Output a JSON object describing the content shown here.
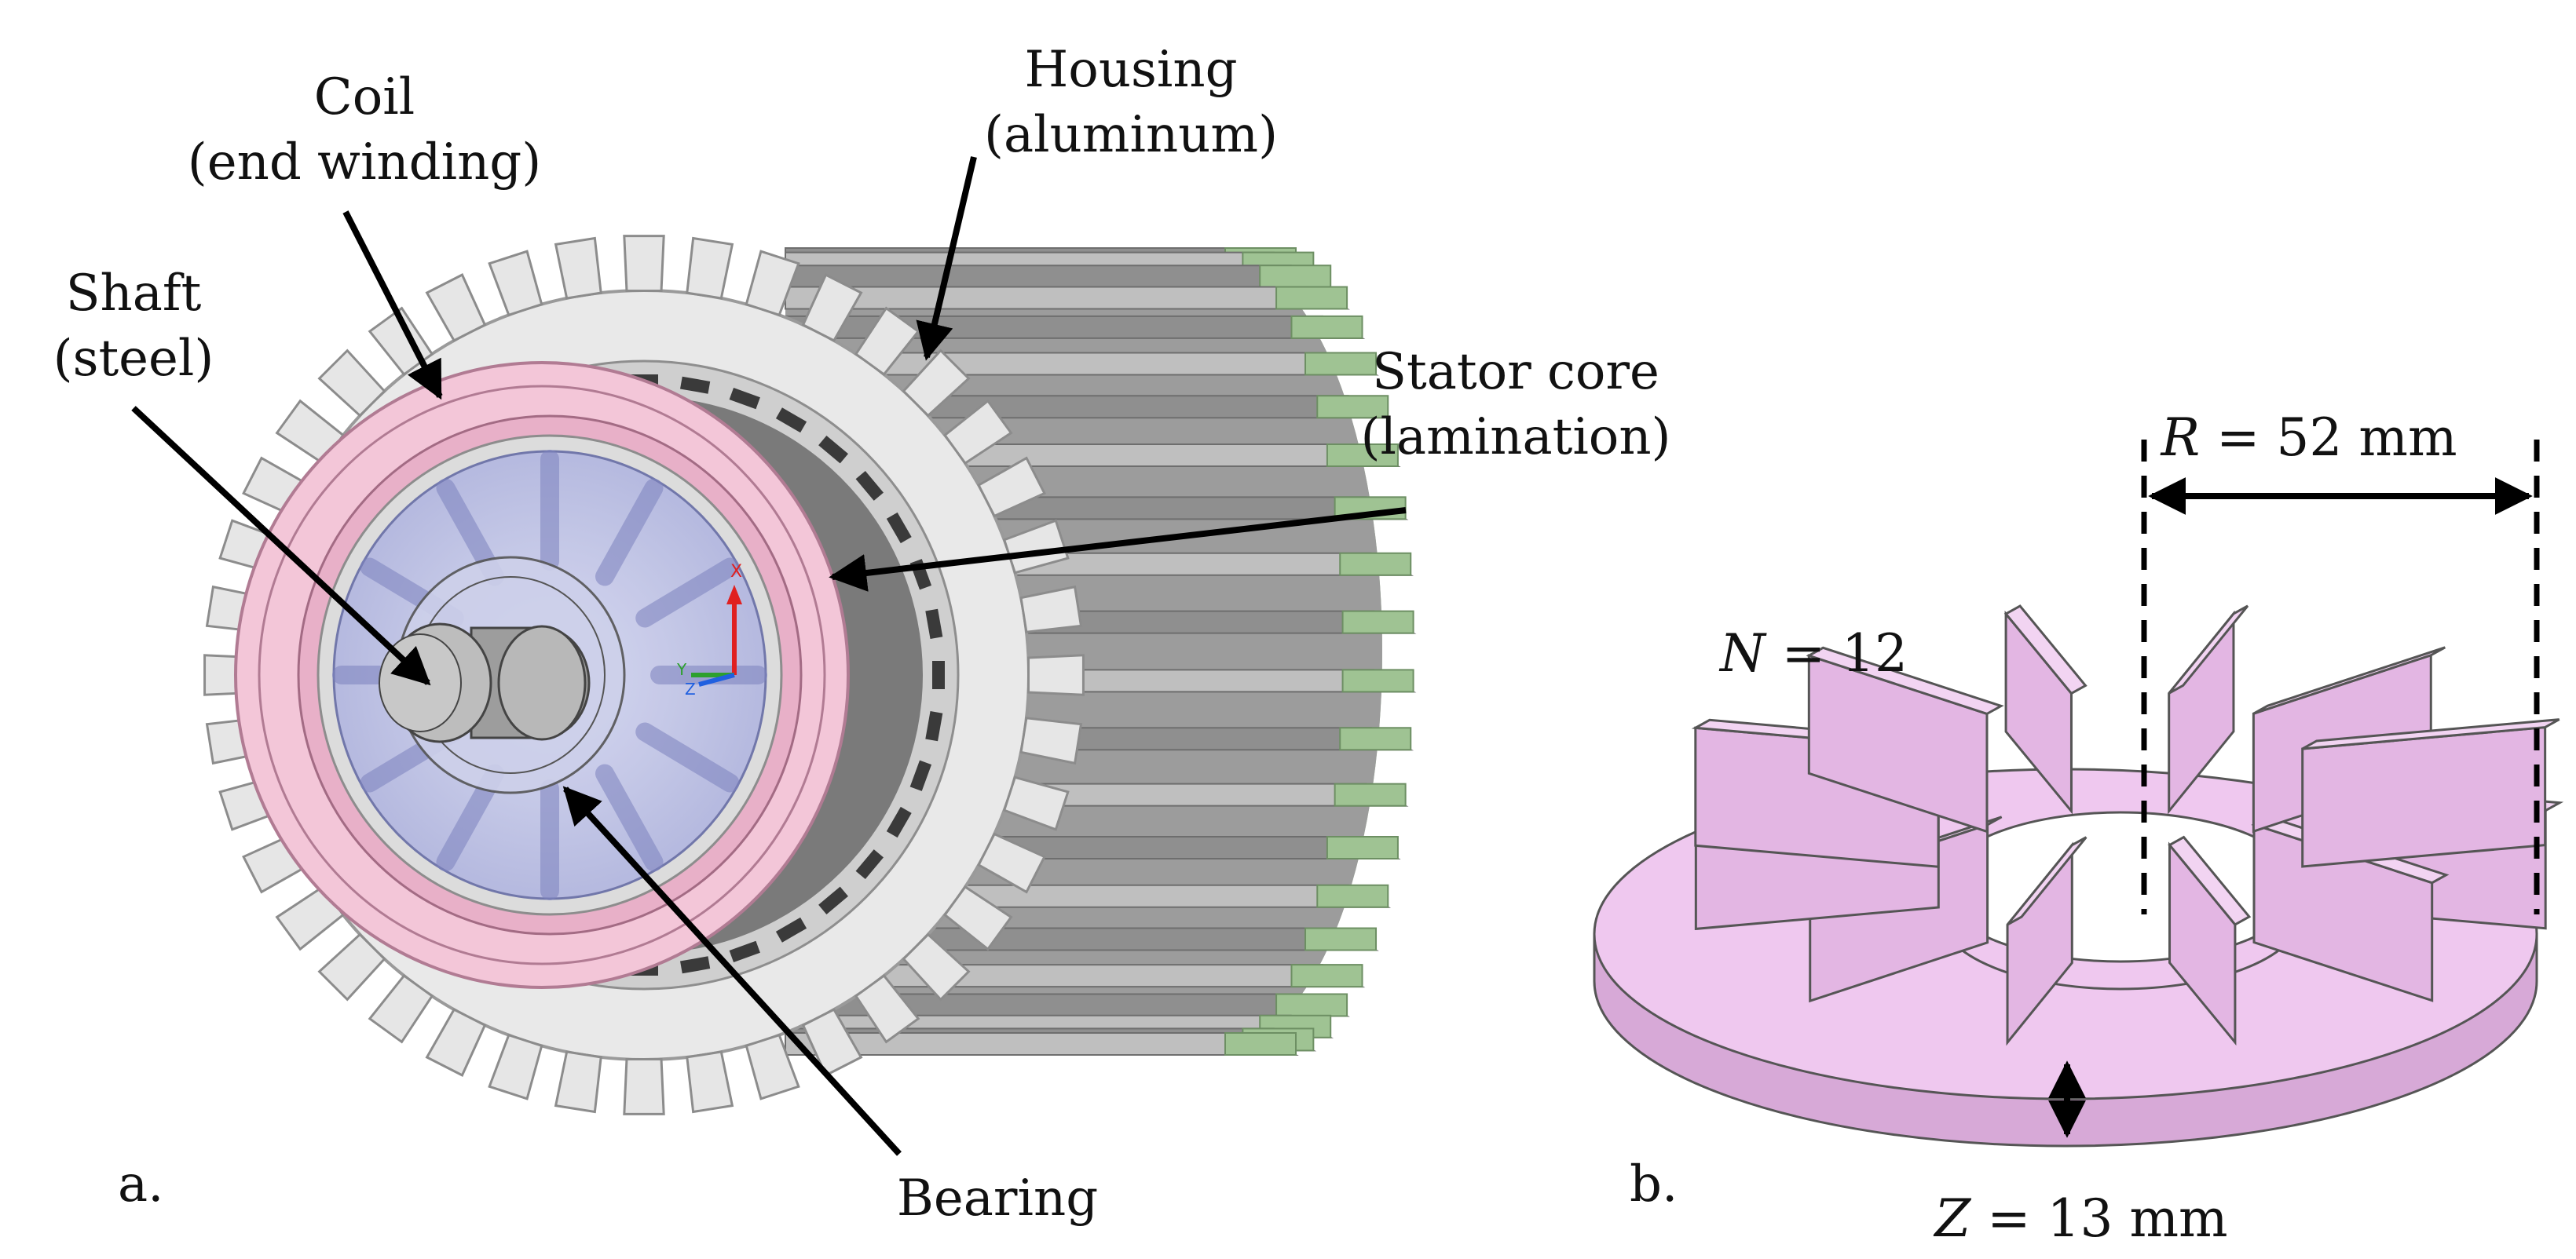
{
  "panel_a": {
    "panel_label": "a.",
    "labels": {
      "coil_line1": "Coil",
      "coil_line2": "(end winding)",
      "housing_line1": "Housing",
      "housing_line2": "(aluminum)",
      "shaft_line1": "Shaft",
      "shaft_line2": "(steel)",
      "stator_line1": "Stator core",
      "stator_line2": "(lamination)",
      "bearing": "Bearing"
    },
    "axis_triad": {
      "x": "X",
      "y": "Y",
      "z": "Z"
    },
    "colors": {
      "housing": "#a9a9a9",
      "housing_light": "#d9d9d9",
      "stator": "#a3c49a",
      "coil": "#f3c6d8",
      "fan": "#bfc3e6",
      "shaft": "#bfbfbf"
    }
  },
  "panel_b": {
    "panel_label": "b.",
    "n_label": "N",
    "n_value": "= 12",
    "r_label": "R",
    "r_value": "= 52 mm",
    "z_label": "Z",
    "z_value": "= 13 mm",
    "colors": {
      "fan": "#e6bfe6",
      "fan_dark": "#c79bc7"
    }
  }
}
